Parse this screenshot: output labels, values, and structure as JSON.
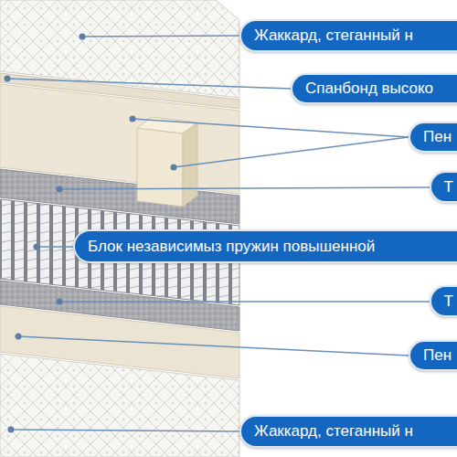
{
  "diagram": {
    "nodes": [
      {
        "text": [
          "Жаккард, стеганный н"
        ]
      },
      {
        "text": [
          "Спанбонд высоко"
        ]
      },
      {
        "text": [
          "Пен"
        ]
      },
      {
        "text": [
          "Т"
        ]
      },
      {
        "text": [
          "Блок независимыз пружин повышенной"
        ]
      },
      {
        "text": [
          "Т"
        ]
      },
      {
        "text": [
          "Пен"
        ]
      },
      {
        "text": [
          "Жаккард, стеганный н"
        ]
      }
    ]
  }
}
